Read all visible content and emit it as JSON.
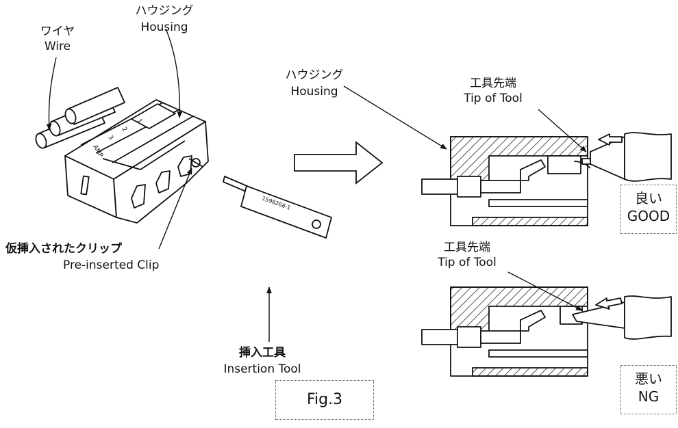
{
  "labels": {
    "wire_ja": "ワイヤ",
    "wire_en": "Wire",
    "housing_ja": "ハウジング",
    "housing_en": "Housing",
    "clip_ja": "仮挿入されたクリップ",
    "clip_en": "Pre-inserted Clip",
    "tool_ja": "挿入工具",
    "tool_en": "Insertion Tool",
    "tool_part": "1598268-1",
    "housing2_ja": "ハウジング",
    "housing2_en": "Housing",
    "tip_good_ja": "工具先端",
    "tip_good_en": "Tip of Tool",
    "tip_ng_ja": "工具先端",
    "tip_ng_en": "Tip of Tool",
    "good_ja": "良い",
    "good_en": "GOOD",
    "ng_ja": "悪い",
    "ng_en": "NG",
    "figure": "Fig.3",
    "housing_marks": [
      "1",
      "2",
      "3",
      "AMP"
    ]
  }
}
